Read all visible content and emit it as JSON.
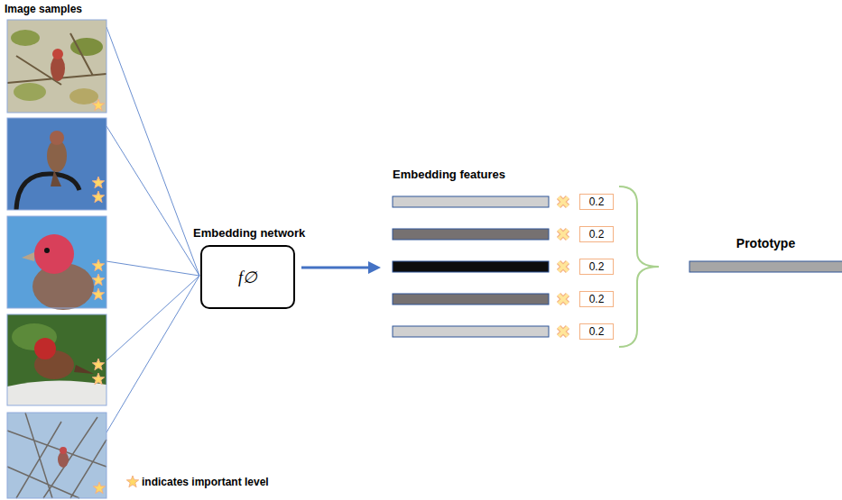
{
  "diagram": {
    "nodes": [
      {
        "text": [
          "Embedding network",
          "f∅"
        ]
      },
      {
        "text": [
          "0.2"
        ]
      },
      {
        "text": [
          "0.2"
        ]
      },
      {
        "text": [
          "0.2"
        ]
      },
      {
        "text": [
          "0.2"
        ]
      },
      {
        "text": [
          "0.2"
        ]
      },
      {
        "text": [
          "Prototype"
        ]
      }
    ],
    "labels": [
      "Image samples",
      "Embedding features"
    ],
    "legend": [
      {
        "text": "indicates important level"
      }
    ]
  }
}
